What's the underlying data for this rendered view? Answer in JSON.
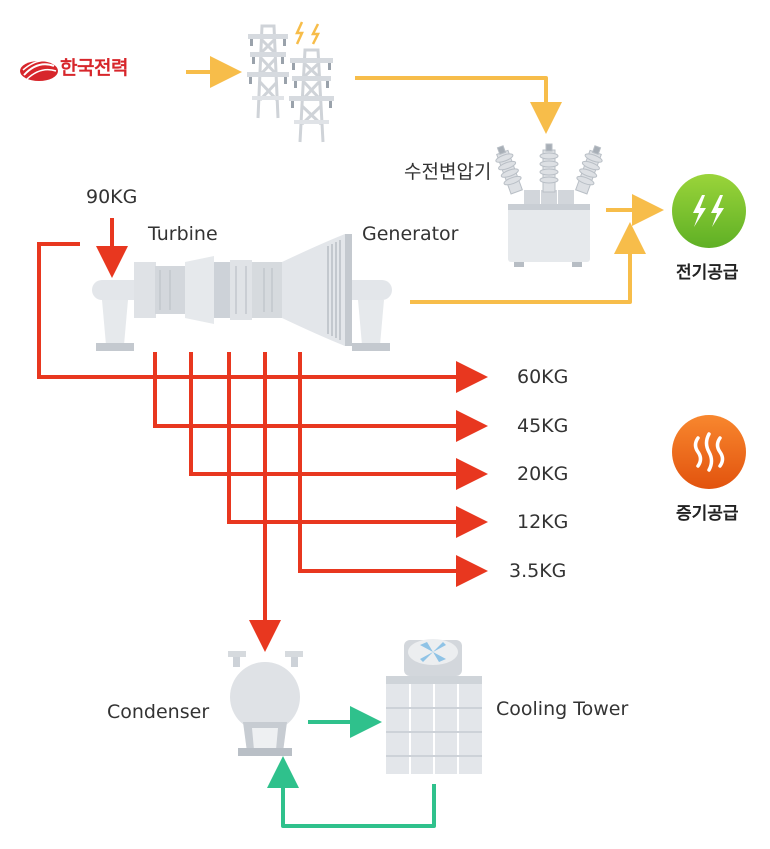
{
  "logo": {
    "name": "한국전력"
  },
  "labels": {
    "transformer": "수전변압기",
    "input_pressure": "90KG",
    "turbine": "Turbine",
    "generator": "Generator",
    "condenser": "Condenser",
    "cooling_tower": "Cooling Tower"
  },
  "steam_outputs": [
    "60KG",
    "45KG",
    "20KG",
    "12KG",
    "3.5KG"
  ],
  "supply": {
    "power": "전기공급",
    "steam": "증기공급"
  },
  "colors": {
    "steam_line": "#e8371f",
    "power_line": "#f7bd4a",
    "water_line": "#2fc18c",
    "power_badge": "#7cc42d",
    "steam_badge": "#f26a1b",
    "logo_red": "#d7262b"
  },
  "icons": {
    "power": "lightning-icon",
    "steam": "steam-heat-icon"
  }
}
